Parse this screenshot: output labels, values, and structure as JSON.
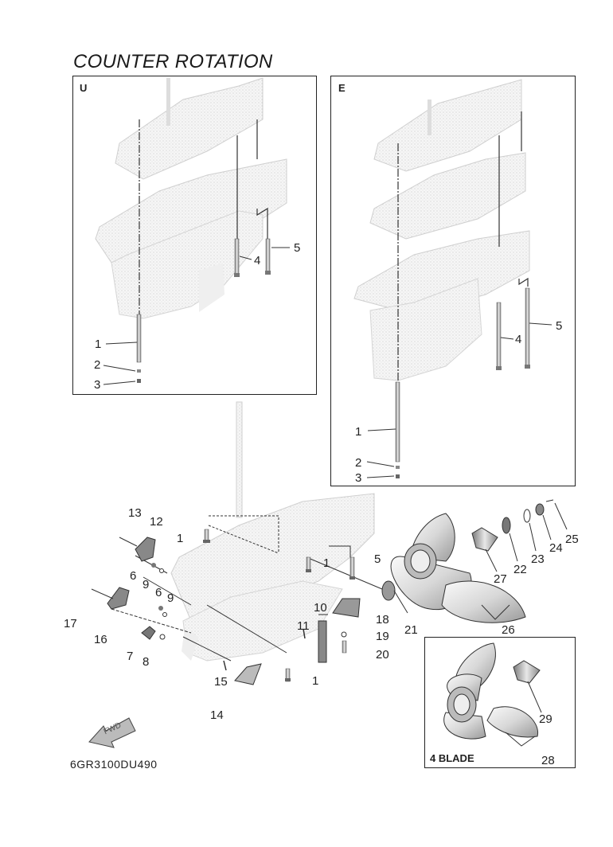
{
  "title": "COUNTER ROTATION",
  "diagram_code": "6GR3100DU490",
  "panels": [
    {
      "id": "U",
      "letter": "U"
    },
    {
      "id": "E",
      "letter": "E"
    },
    {
      "id": "4blade",
      "letter": "4 BLADE"
    }
  ],
  "fwd_label": "FWD",
  "callouts": {
    "u_1": "1",
    "u_2": "2",
    "u_3": "3",
    "u_4": "4",
    "u_5": "5",
    "e_1": "1",
    "e_2": "2",
    "e_3": "3",
    "e_4": "4",
    "e_5": "5",
    "m_1a": "1",
    "m_1b": "1",
    "m_1c": "1",
    "m_5": "5",
    "m_6a": "6",
    "m_6b": "6",
    "m_7": "7",
    "m_8": "8",
    "m_9a": "9",
    "m_9b": "9",
    "m_10": "10",
    "m_11": "11",
    "m_12": "12",
    "m_13": "13",
    "m_14": "14",
    "m_15": "15",
    "m_16": "16",
    "m_17": "17",
    "m_18": "18",
    "m_19": "19",
    "m_20": "20",
    "m_21": "21",
    "m_22": "22",
    "m_23": "23",
    "m_24": "24",
    "m_25": "25",
    "m_26": "26",
    "m_27": "27",
    "b_28": "28",
    "b_29": "29"
  }
}
